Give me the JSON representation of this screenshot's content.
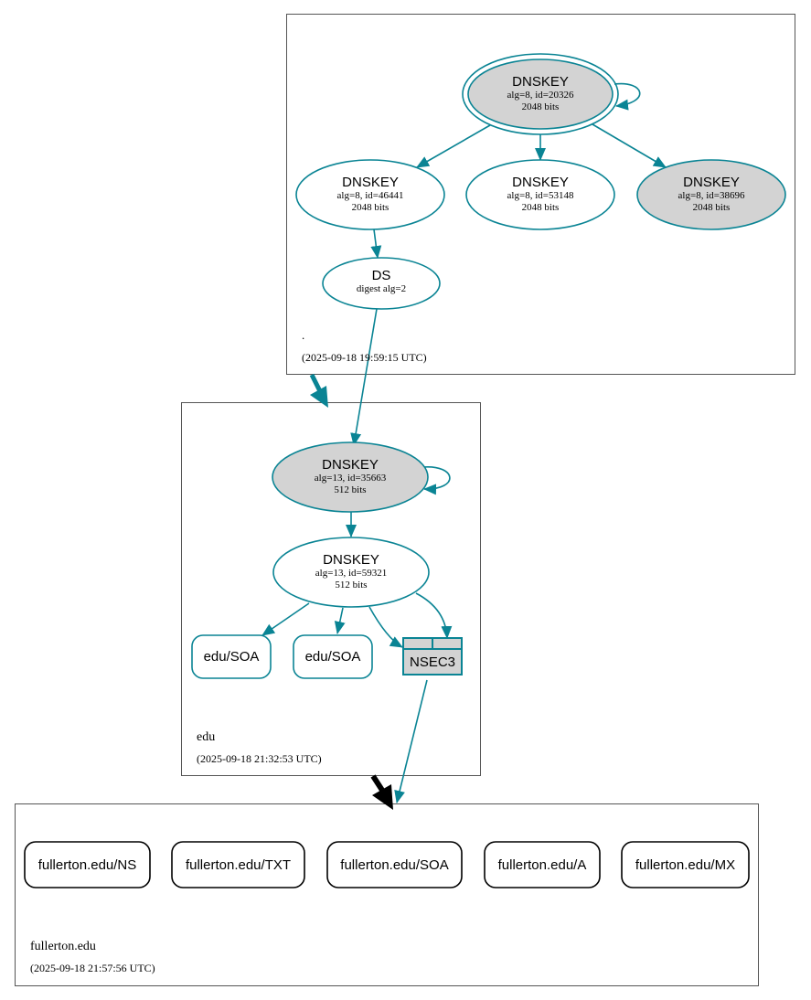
{
  "colors": {
    "edge": "#0a8494",
    "grey_fill": "#d3d3d3",
    "zone_border": "#555555",
    "black": "#000000"
  },
  "zones": {
    "root": {
      "name": ".",
      "timestamp": "(2025-09-18 19:59:15 UTC)",
      "nodes": {
        "ksk": {
          "title": "DNSKEY",
          "line1": "alg=8, id=20326",
          "line2": "2048 bits"
        },
        "k46441": {
          "title": "DNSKEY",
          "line1": "alg=8, id=46441",
          "line2": "2048 bits"
        },
        "k53148": {
          "title": "DNSKEY",
          "line1": "alg=8, id=53148",
          "line2": "2048 bits"
        },
        "k38696": {
          "title": "DNSKEY",
          "line1": "alg=8, id=38696",
          "line2": "2048 bits"
        },
        "ds": {
          "title": "DS",
          "line1": "digest alg=2"
        }
      }
    },
    "edu": {
      "name": "edu",
      "timestamp": "(2025-09-18 21:32:53 UTC)",
      "nodes": {
        "ksk": {
          "title": "DNSKEY",
          "line1": "alg=13, id=35663",
          "line2": "512 bits"
        },
        "zsk": {
          "title": "DNSKEY",
          "line1": "alg=13, id=59321",
          "line2": "512 bits"
        },
        "soa1": {
          "label": "edu/SOA"
        },
        "soa2": {
          "label": "edu/SOA"
        },
        "nsec3": {
          "label": "NSEC3"
        }
      }
    },
    "fullerton": {
      "name": "fullerton.edu",
      "timestamp": "(2025-09-18 21:57:56 UTC)",
      "records": [
        "fullerton.edu/NS",
        "fullerton.edu/TXT",
        "fullerton.edu/SOA",
        "fullerton.edu/A",
        "fullerton.edu/MX"
      ]
    }
  }
}
